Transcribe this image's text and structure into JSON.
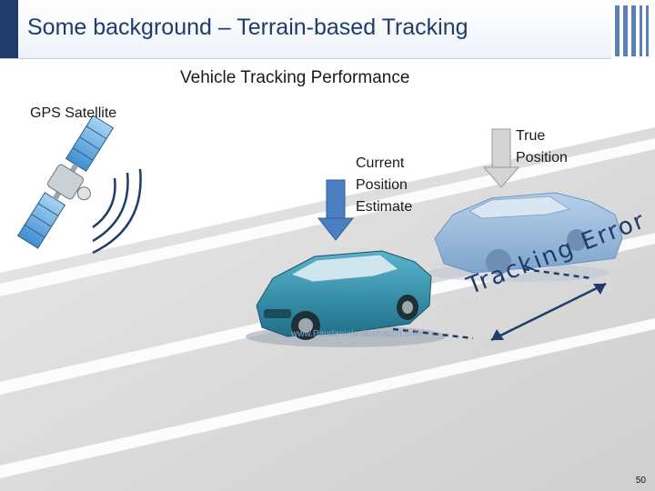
{
  "slide": {
    "title": "Some background – Terrain-based Tracking",
    "subtitle": "Vehicle Tracking Performance",
    "page_number": "50"
  },
  "labels": {
    "gps_satellite": "GPS Satellite",
    "current_estimate_line1": "Current",
    "current_estimate_line2": "Position",
    "current_estimate_line3": "Estimate",
    "true_position_line1": "True",
    "true_position_line2": "Position",
    "tracking_error": "Tracking Error",
    "watermark": "www.Paudaniels-illustration.com"
  },
  "colors": {
    "title_text": "#1f3c6b",
    "accent_bar": "#1f3c6b",
    "estimate_arrow": "#4a7fc1",
    "true_arrow": "#c8c8c8",
    "car_estimate": "#2f8fa8",
    "car_true": "#8fb4d8",
    "road": "#d7d7d7",
    "road_marking": "#ffffff"
  },
  "icons": {
    "satellite": "satellite-icon",
    "signal": "signal-waves-icon",
    "estimate_arrow": "down-arrow-icon",
    "true_arrow": "down-arrow-outline-icon",
    "car_estimate": "car-icon",
    "car_true": "car-ghost-icon"
  }
}
